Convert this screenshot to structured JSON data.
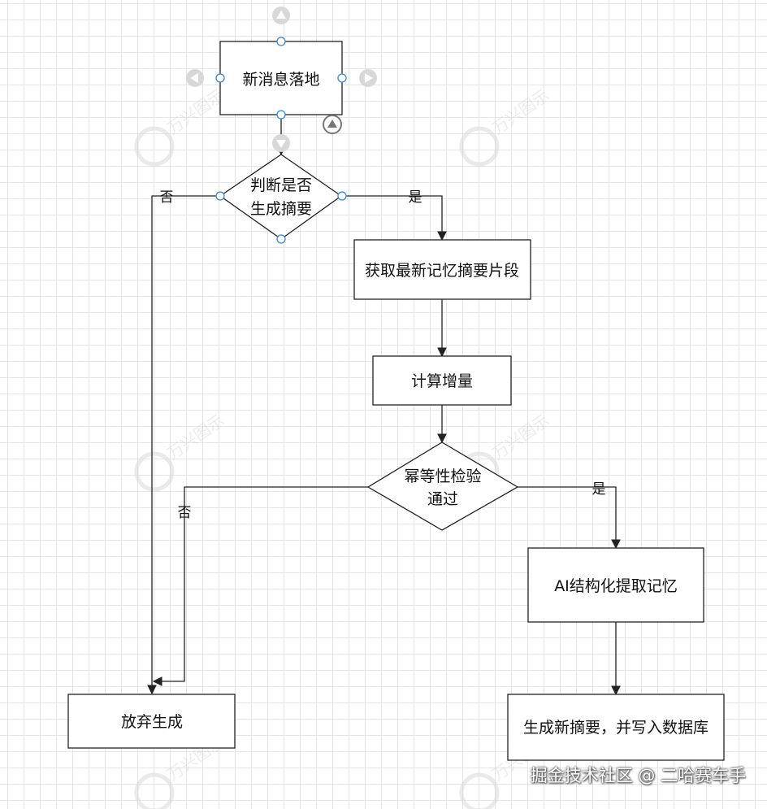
{
  "nodes": {
    "start": "新消息落地",
    "decide": [
      "判断是否",
      "生成摘要"
    ],
    "fetch": "获取最新记忆摘要片段",
    "compute": "计算增量",
    "idem": [
      "幂等性检验",
      "通过"
    ],
    "extract": "AI结构化提取记忆",
    "abandon": "放弃生成",
    "write": "生成新摘要，并写入数据库"
  },
  "edges": {
    "decide_yes": "是",
    "decide_no": "否",
    "idem_yes": "是",
    "idem_no": "否"
  },
  "watermark": "万兴图示",
  "footer": "掘金技术社区 @ 二哈赛车手",
  "colors": {
    "stroke": "#222222",
    "handle": "#3a86c8",
    "grid": "#e6e6e6"
  }
}
